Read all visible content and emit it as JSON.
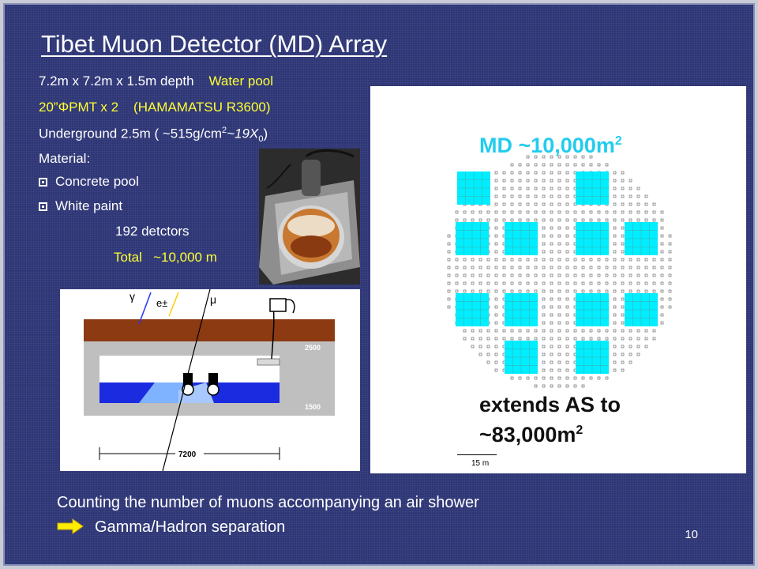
{
  "slide": {
    "title": "Tibet Muon Detector (MD) Array",
    "lines": [
      {
        "text": "7.2m x 7.2m x 1.5m depth",
        "yellow": "Water pool"
      },
      {
        "yellow_a": "20”ΦPMT x 2",
        "yellow_b": "(HAMAMATSU R3600)"
      },
      {
        "text": "Underground 2.5m ( ~515g/cm",
        "sup": "2",
        "text2": "~19X",
        "sub": "0",
        "text3": ")"
      },
      {
        "text": "Material:"
      },
      {
        "text": "Concrete pool"
      },
      {
        "text": "White paint"
      },
      {
        "text": "192 detctors"
      },
      {
        "yellow": "Total   ~10,000 m"
      }
    ],
    "diagram": {
      "labels": {
        "gamma": "γ",
        "electron": "e±",
        "muon": "μ",
        "depth_soil": "2500",
        "depth_water": "1500",
        "width": "7200"
      }
    },
    "map": {
      "md_label": "MD ~10,000m",
      "md_sup": "2",
      "extends_line1": "extends AS to",
      "extends_line2": "~83,000m",
      "extends_sup": "2",
      "scale_label": "15 m"
    },
    "footer": {
      "line1": "Counting the number of muons accompanying an air shower",
      "line2": "Gamma/Hadron separation"
    },
    "page_number": "10",
    "colors": {
      "background": "#2e3676",
      "highlight": "#ffff33",
      "md_cyan": "#00eeff",
      "md_label": "#22ccee",
      "arrow": "#ffee00"
    }
  }
}
